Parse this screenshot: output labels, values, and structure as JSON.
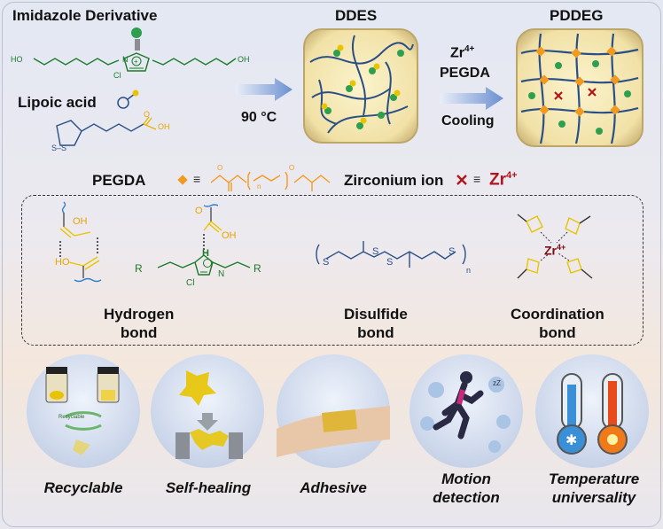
{
  "top": {
    "imidazole_title": "Imidazole Derivative",
    "lipoic_title": "Lipoic acid",
    "ddes_title": "DDES",
    "pddeg_title": "PDDEG",
    "temp_label": "90 °C",
    "reagent_zr": "Zr",
    "reagent_zr_sup": "4+",
    "reagent_pegda": "PEGDA",
    "reagent_cooling": "Cooling",
    "chem_ho_left": "HO",
    "chem_oh_right": "OH",
    "chem_cl": "Cl",
    "chem_n": "N",
    "chem_oh_lipoic": "OH",
    "chem_o_lipoic": "O",
    "chem_ss": "S–S"
  },
  "legend": {
    "pegda_label": "PEGDA",
    "zirconium_label": "Zirconium ion",
    "zr_symbol": "Zr",
    "zr_sup": "4+",
    "equals": "≡",
    "n_sub": "n",
    "o": "O"
  },
  "bonds": {
    "hydrogen": "Hydrogen bond",
    "hydrogen_line1": "Hydrogen",
    "hydrogen_line2": "bond",
    "disulfide_line1": "Disulfide",
    "disulfide_line2": "bond",
    "coordination_line1": "Coordination",
    "coordination_line2": "bond",
    "chem_oh": "OH",
    "chem_ho": "HO",
    "chem_o": "O",
    "chem_h": "H",
    "chem_r": "R",
    "chem_n": "N",
    "chem_cl": "Cl",
    "chem_s": "S",
    "chem_n_sub": "n",
    "chem_zr": "Zr",
    "chem_zr_sup": "4+"
  },
  "properties": {
    "recyclable": "Recyclable",
    "recyclable_arrow_text": "Recyclable",
    "self_healing": "Self-healing",
    "adhesive": "Adhesive",
    "motion_line1": "Motion",
    "motion_line2": "detection",
    "temp_line1": "Temperature",
    "temp_line2": "universality",
    "zz": "zZ"
  },
  "colors": {
    "chem_green": "#1a7a2a",
    "yellow": "#e8c400",
    "polymer_blue": "#2a4f86",
    "orange": "#f29a1f",
    "dark_red": "#b0141c",
    "wave_blue": "#2f7ec9"
  }
}
